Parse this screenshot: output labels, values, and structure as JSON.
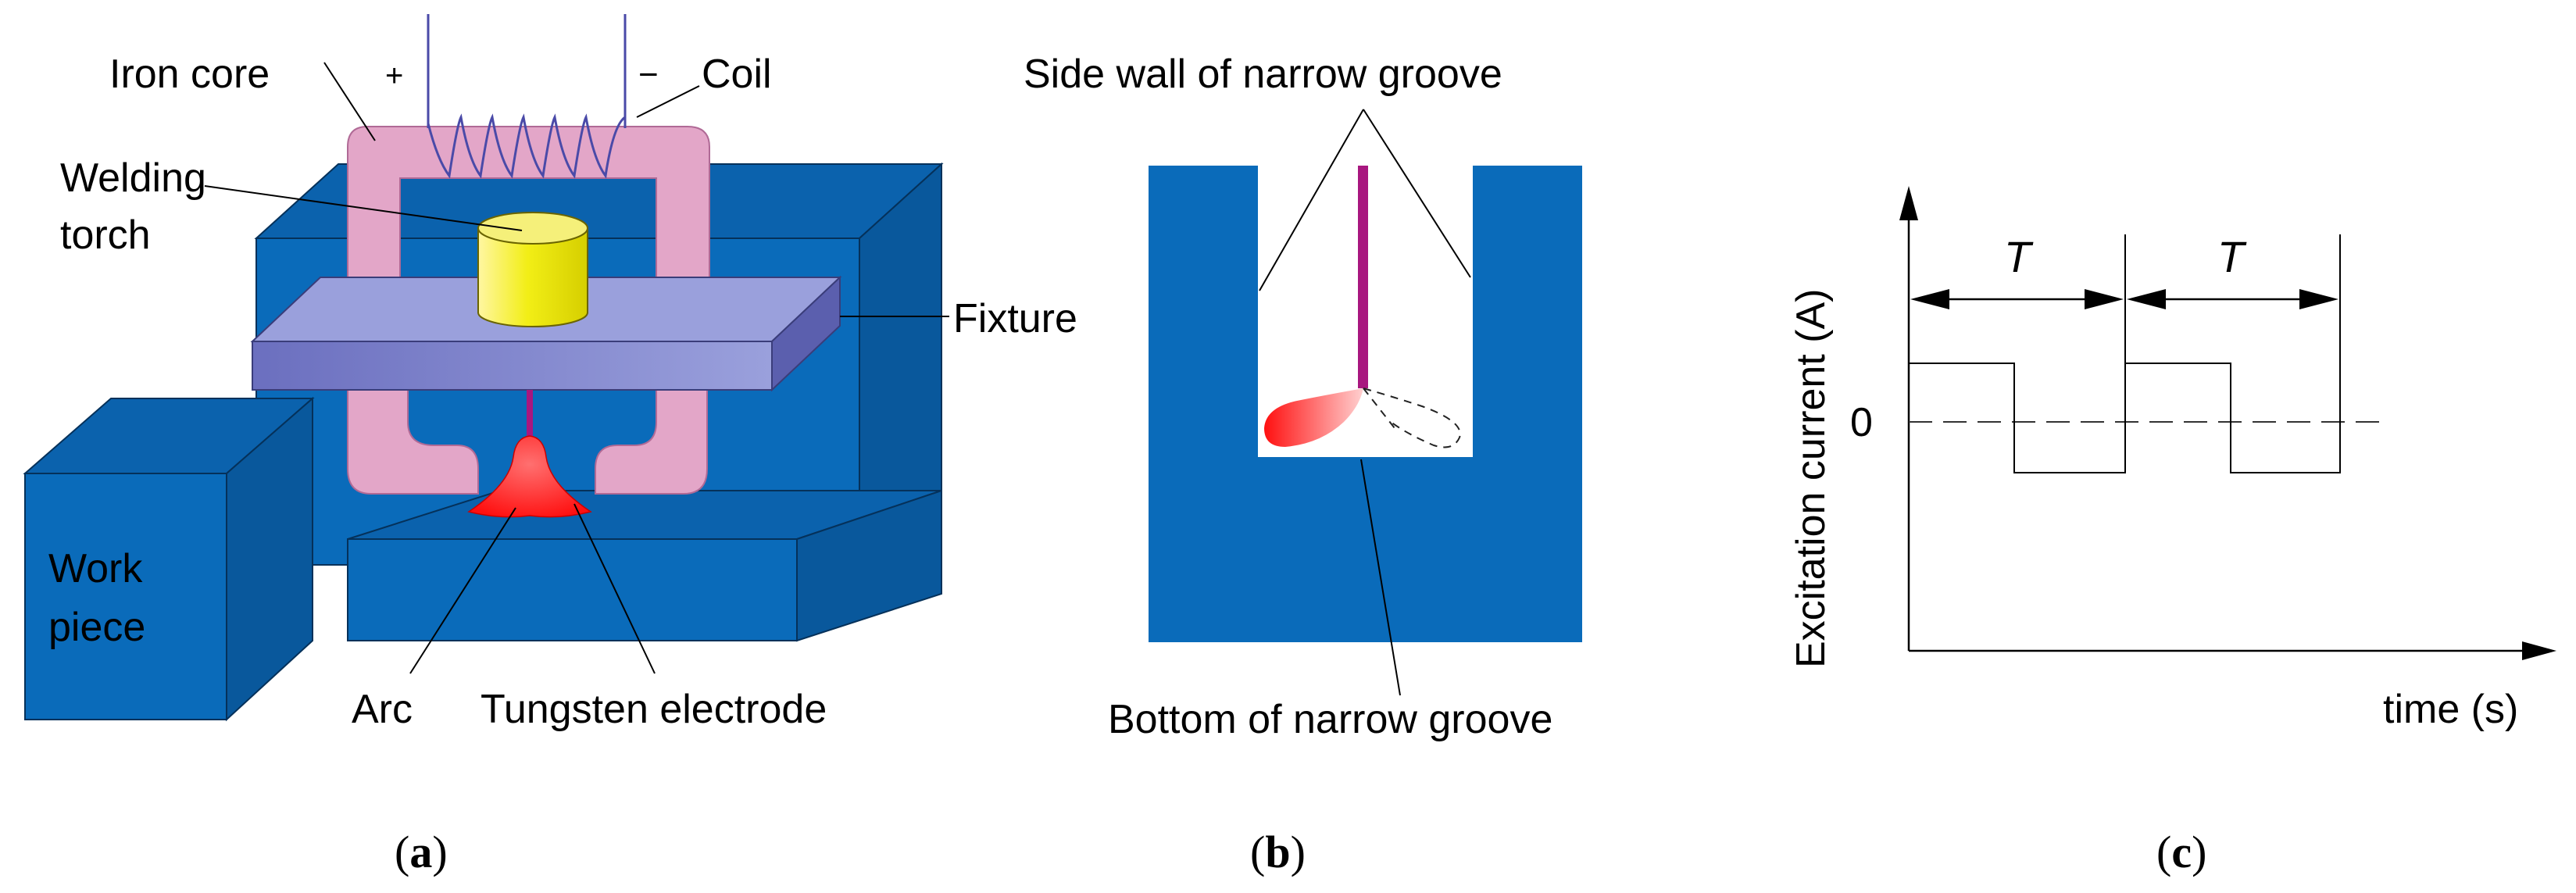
{
  "colors": {
    "steel": "#0a6bba",
    "steel_dark": "#0a5ea6",
    "core": "#e3a6c8",
    "core_edge": "#b06a96",
    "fixture": "#7b80c8",
    "torch": "#f2ee16",
    "arc": "#ff2020",
    "electrode": "#a8177f",
    "coil": "#4a4aa8"
  },
  "panel_a": {
    "label_iron_core": "Iron core",
    "label_coil": "Coil",
    "label_plus": "+",
    "label_minus": "−",
    "label_welding": "Welding",
    "label_torch": "torch",
    "label_fixture": "Fixture",
    "label_work": "Work",
    "label_piece": "piece",
    "label_arc": "Arc",
    "label_tungsten": "Tungsten electrode",
    "caption_open": "(",
    "caption_letter": "a",
    "caption_close": ")"
  },
  "panel_b": {
    "label_side_wall": "Side wall of narrow groove",
    "label_bottom": "Bottom of narrow groove",
    "caption_open": "(",
    "caption_letter": "b",
    "caption_close": ")"
  },
  "panel_c": {
    "ylabel": "Excitation current (A)",
    "xlabel": "time (s)",
    "zero_label": "0",
    "period_label_1": "T",
    "period_label_2": "T",
    "caption_open": "(",
    "caption_letter": "c",
    "caption_close": ")"
  }
}
